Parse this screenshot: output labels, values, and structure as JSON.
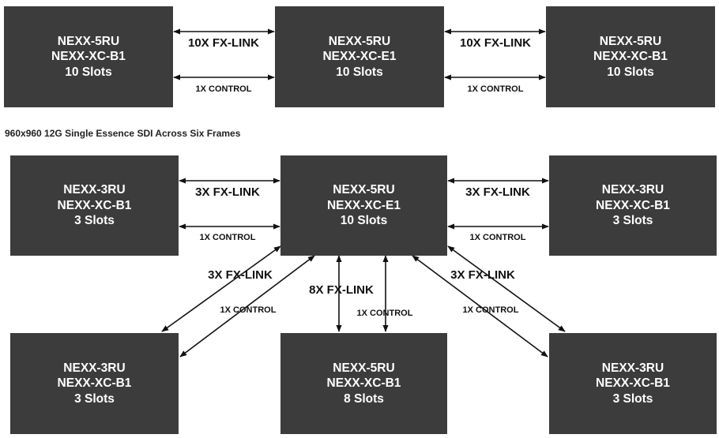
{
  "caption": "960x960 12G Single Essence SDI Across Six Frames",
  "colors": {
    "box": "#3c3c3c",
    "box_text": "#ffffff",
    "line": "#111111"
  },
  "top_row": {
    "left": {
      "model": "NEXX-5RU",
      "card": "NEXX-XC-B1",
      "slots": "10 Slots"
    },
    "center": {
      "model": "NEXX-5RU",
      "card": "NEXX-XC-E1",
      "slots": "10 Slots"
    },
    "right": {
      "model": "NEXX-5RU",
      "card": "NEXX-XC-B1",
      "slots": "10 Slots"
    },
    "links": {
      "left": {
        "fx": "10X FX-LINK",
        "ctrl": "1X CONTROL"
      },
      "right": {
        "fx": "10X FX-LINK",
        "ctrl": "1X CONTROL"
      }
    }
  },
  "bottom": {
    "hub": {
      "model": "NEXX-5RU",
      "card": "NEXX-XC-E1",
      "slots": "10 Slots"
    },
    "top_left": {
      "model": "NEXX-3RU",
      "card": "NEXX-XC-B1",
      "slots": "3 Slots"
    },
    "top_right": {
      "model": "NEXX-3RU",
      "card": "NEXX-XC-B1",
      "slots": "3 Slots"
    },
    "bottom_left": {
      "model": "NEXX-3RU",
      "card": "NEXX-XC-B1",
      "slots": "3 Slots"
    },
    "bottom_center": {
      "model": "NEXX-5RU",
      "card": "NEXX-XC-B1",
      "slots": "8 Slots"
    },
    "bottom_right": {
      "model": "NEXX-3RU",
      "card": "NEXX-XC-B1",
      "slots": "3 Slots"
    },
    "links": {
      "top_left": {
        "fx": "3X FX-LINK",
        "ctrl": "1X CONTROL"
      },
      "top_right": {
        "fx": "3X FX-LINK",
        "ctrl": "1X CONTROL"
      },
      "bottom_left": {
        "fx": "3X FX-LINK",
        "ctrl": "1X CONTROL"
      },
      "bottom_center": {
        "fx": "8X FX-LINK",
        "ctrl": "1X CONTROL"
      },
      "bottom_right": {
        "fx": "3X FX-LINK",
        "ctrl": "1X CONTROL"
      }
    }
  }
}
